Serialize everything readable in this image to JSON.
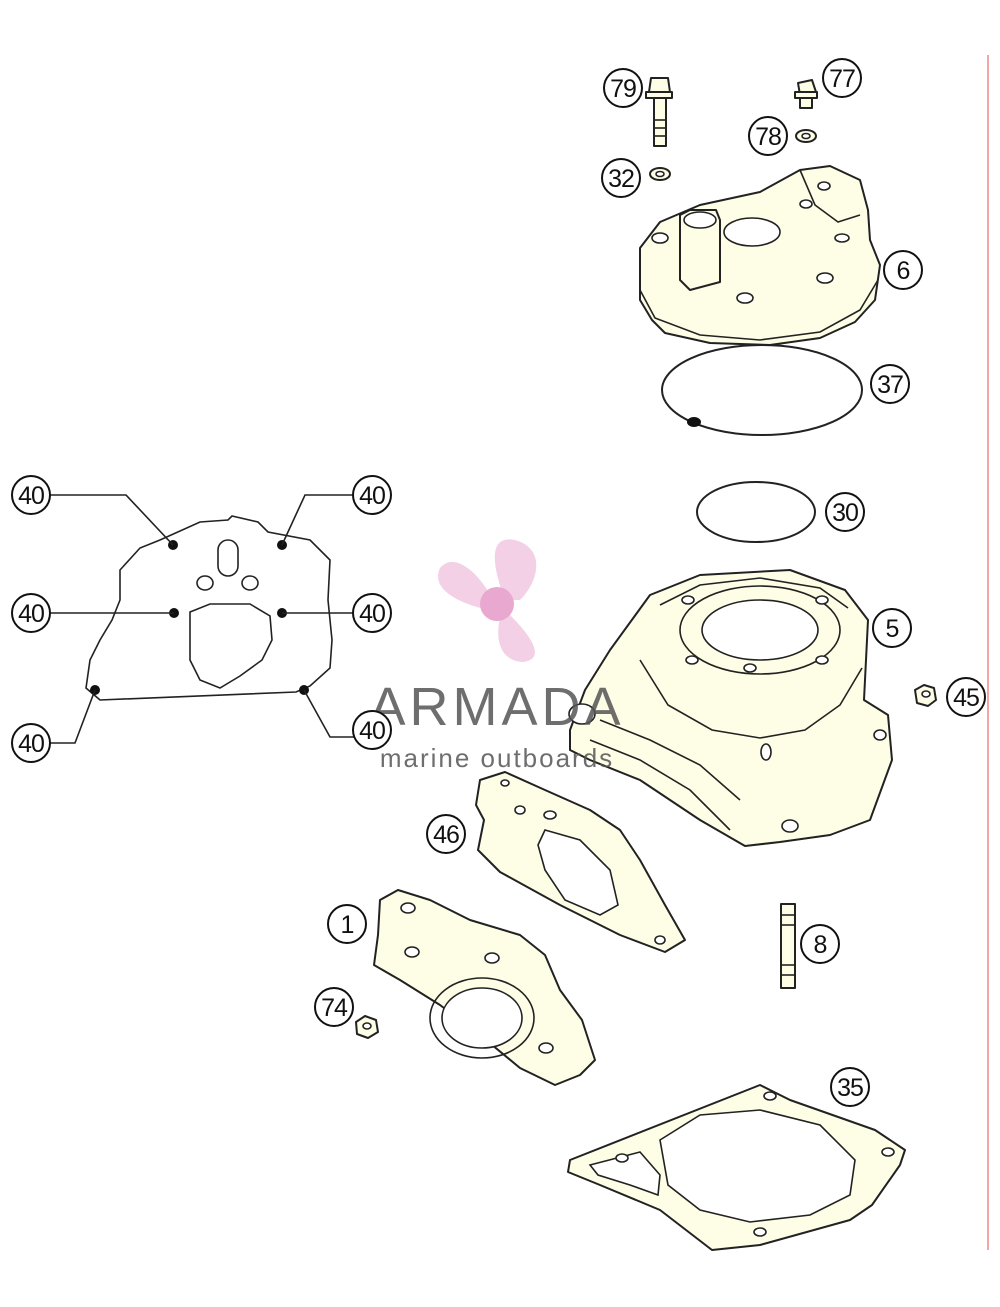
{
  "watermark": {
    "brand": "ARMADA",
    "tagline": "marine outboards",
    "logo_icon": "propeller-logo-icon",
    "logo_color": "#e59ac8"
  },
  "callouts": [
    {
      "id": "c79",
      "label": "79"
    },
    {
      "id": "c77",
      "label": "77"
    },
    {
      "id": "c78",
      "label": "78"
    },
    {
      "id": "c32",
      "label": "32"
    },
    {
      "id": "c6",
      "label": "6"
    },
    {
      "id": "c37",
      "label": "37"
    },
    {
      "id": "c30",
      "label": "30"
    },
    {
      "id": "c5",
      "label": "5"
    },
    {
      "id": "c45",
      "label": "45"
    },
    {
      "id": "c46",
      "label": "46"
    },
    {
      "id": "c1",
      "label": "1"
    },
    {
      "id": "c74",
      "label": "74"
    },
    {
      "id": "c8",
      "label": "8"
    },
    {
      "id": "c35",
      "label": "35"
    },
    {
      "id": "c40a",
      "label": "40"
    },
    {
      "id": "c40b",
      "label": "40"
    },
    {
      "id": "c40c",
      "label": "40"
    },
    {
      "id": "c40d",
      "label": "40"
    },
    {
      "id": "c40e",
      "label": "40"
    },
    {
      "id": "c40f",
      "label": "40"
    }
  ]
}
